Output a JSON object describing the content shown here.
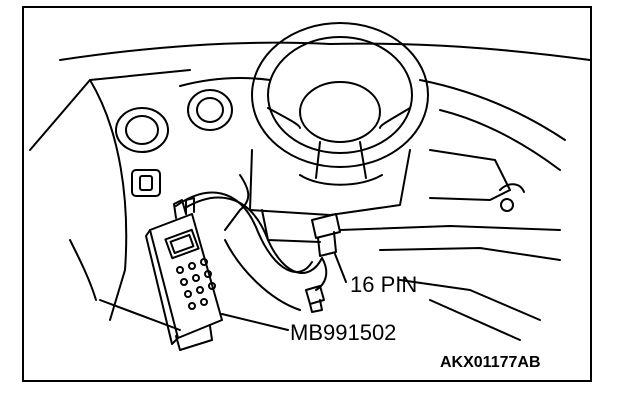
{
  "labels": {
    "connector": "16 PIN",
    "tool": "MB991502",
    "code": "AKX01177AB"
  }
}
